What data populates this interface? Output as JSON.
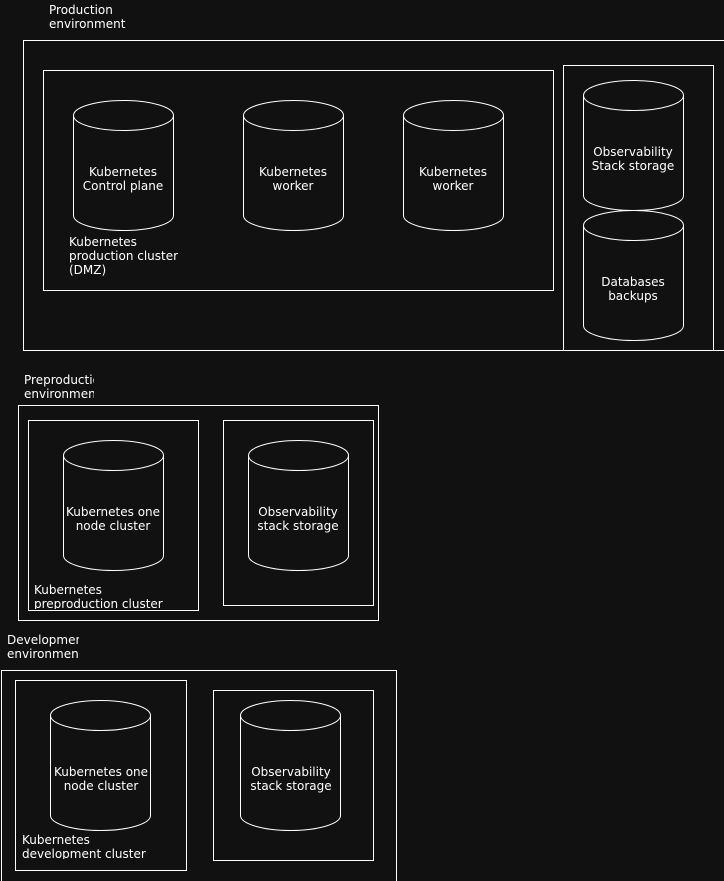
{
  "environments": {
    "production": {
      "title": "Production\nenvironment",
      "cluster_label": "Kubernetes\nproduction cluster\n (DMZ)",
      "nodes": [
        "Kubernetes\nControl plane",
        "Kubernetes\nworker",
        "Kubernetes\nworker"
      ],
      "storage": [
        "Observability\nStack storage",
        "Databases\nbackups"
      ]
    },
    "preproduction": {
      "title": "Preproductio\nenvironment",
      "cluster_label": "Kubernetes\npreproduction cluster",
      "node": "Kubernetes one\nnode cluster",
      "storage": "Observability\nstack storage"
    },
    "development": {
      "title": "Development\nenvironment",
      "cluster_label": "Kubernetes\ndevelopment cluster",
      "node": "Kubernetes one\nnode cluster",
      "storage": "Observability\nstack storage"
    }
  },
  "colors": {
    "background": "#111111",
    "stroke": "#ffffff"
  }
}
